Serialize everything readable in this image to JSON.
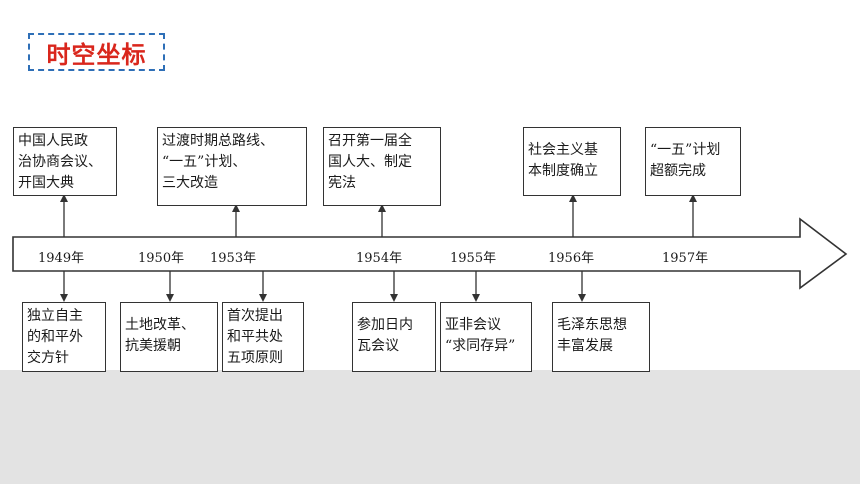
{
  "title": "时空坐标",
  "timeline": {
    "years": [
      "1949年",
      "1950年",
      "1953年",
      "1954年",
      "1955年",
      "1956年",
      "1957年"
    ],
    "events_above": [
      "中国人民政\n治协商会议、\n开国大典",
      "过渡时期总路线、\n“一五”计划、\n三大改造",
      "召开第一届全\n国人大、制定\n宪法",
      "社会主义基\n本制度确立",
      "“一五”计划\n超额完成"
    ],
    "events_below": [
      "独立自主\n的和平外\n交方针",
      "土地改革、\n抗美援朝",
      "首次提出\n和平共处\n五项原则",
      "参加日内\n瓦会议",
      "亚非会议\n“求同存异”",
      "毛泽东思想\n丰富发展"
    ]
  },
  "colors": {
    "title_text": "#d9261c",
    "title_border": "#2e6fb7",
    "line": "#333333",
    "bottom_band": "#e3e3e3"
  }
}
